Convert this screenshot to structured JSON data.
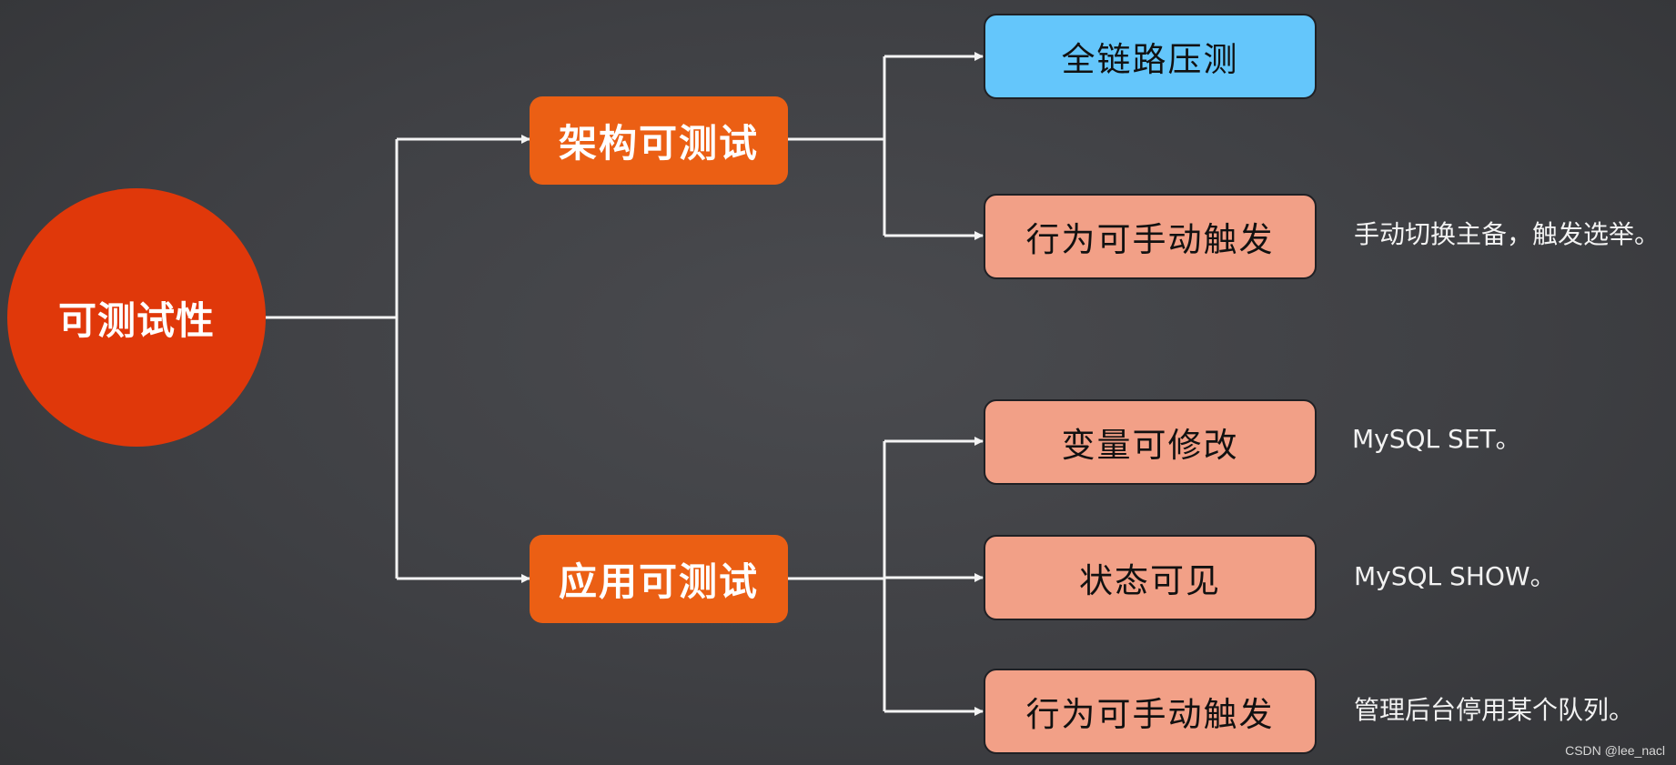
{
  "colors": {
    "root": "#e0380a",
    "branch": "#eb5f14",
    "leaf_highlight": "#64c6fb",
    "leaf": "#f2a087",
    "connector": "#f4f4f4"
  },
  "root": {
    "label": "可测试性"
  },
  "branches": [
    {
      "label": "架构可测试",
      "children": [
        {
          "label": "全链路压测",
          "note": "",
          "style": "highlight"
        },
        {
          "label": "行为可手动触发",
          "note": "手动切换主备，触发选举。",
          "style": "normal"
        }
      ]
    },
    {
      "label": "应用可测试",
      "children": [
        {
          "label": "变量可修改",
          "note": "MySQL SET。",
          "style": "normal"
        },
        {
          "label": "状态可见",
          "note": "MySQL SHOW。",
          "style": "normal"
        },
        {
          "label": "行为可手动触发",
          "note": "管理后台停用某个队列。",
          "style": "normal"
        }
      ]
    }
  ],
  "watermark": "CSDN @lee_nacl"
}
